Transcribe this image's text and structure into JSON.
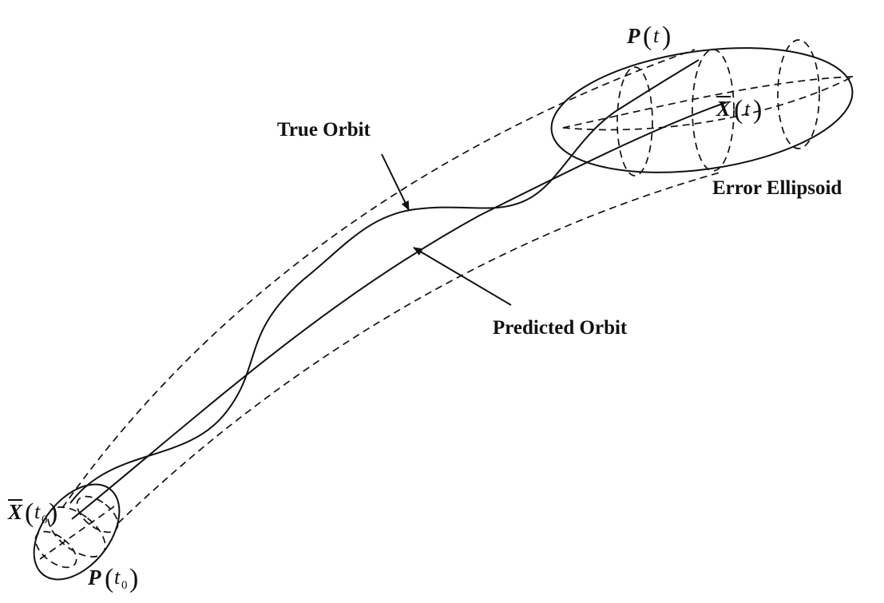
{
  "labels": {
    "true_orbit": "True Orbit",
    "predicted_orbit": "Predicted Orbit",
    "error_ellipsoid": "Error Ellipsoid"
  },
  "math": {
    "p_t": {
      "symbol": "P",
      "arg": "t"
    },
    "xbar_t": {
      "symbol": "X",
      "arg": "t"
    },
    "xbar_t0": {
      "symbol": "X",
      "arg": "t",
      "sub": "0"
    },
    "p_t0": {
      "symbol": "P",
      "arg": "t",
      "sub": "0"
    }
  }
}
